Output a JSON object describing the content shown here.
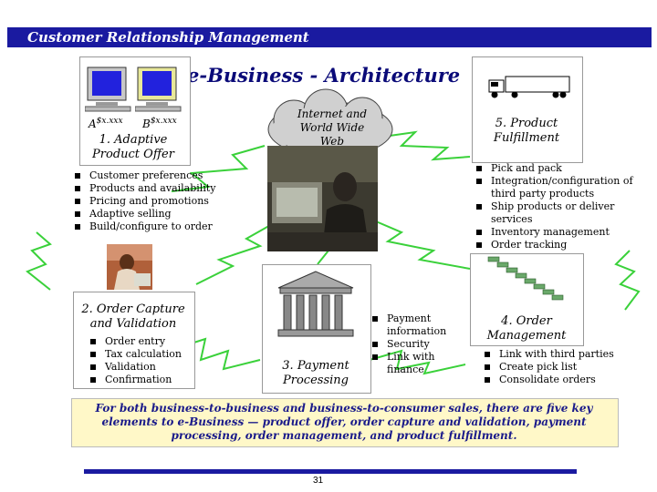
{
  "header": {
    "title": "Customer Relationship Management"
  },
  "diagram_title": "e-Business - Architecture",
  "cloud": {
    "label": "Internet and World Wide Web"
  },
  "nodes": {
    "adaptive_offer": {
      "heading": "1. Adaptive Product Offer",
      "terminal_a": "A",
      "terminal_a_suffix": "$x.xxx",
      "terminal_b": "B",
      "terminal_b_suffix": "$x.xxx",
      "bullets": [
        "Customer preferences",
        "Products and availability",
        "Pricing and promotions",
        "Adaptive selling",
        "Build/configure to order"
      ]
    },
    "fulfillment": {
      "heading": "5. Product Fulfillment",
      "bullets": [
        "Pick and pack",
        "Integration/configuration of third party products",
        "Ship products or deliver services",
        "Inventory management",
        "Order tracking"
      ]
    },
    "order_capture": {
      "heading": "2. Order Capture and Validation",
      "bullets": [
        "Order entry",
        "Tax calculation",
        "Validation",
        "Confirmation"
      ]
    },
    "payment": {
      "heading": "3. Payment Processing",
      "bullets": [
        "Payment information",
        "Security",
        "Link with finance"
      ]
    },
    "order_mgmt": {
      "heading": "4. Order Management",
      "bullets": [
        "Link with third parties",
        "Create pick list",
        "Consolidate orders"
      ]
    }
  },
  "summary": "For both business-to-business and business-to-consumer sales, there are five key elements to e-Business — product offer, order capture and validation, payment processing, order management, and product fulfillment.",
  "footer": {
    "page_number": "31"
  },
  "colors": {
    "brand_blue": "#1a1aa0",
    "summary_bg": "#fff8c8",
    "lightning_green": "#3ad13a"
  }
}
